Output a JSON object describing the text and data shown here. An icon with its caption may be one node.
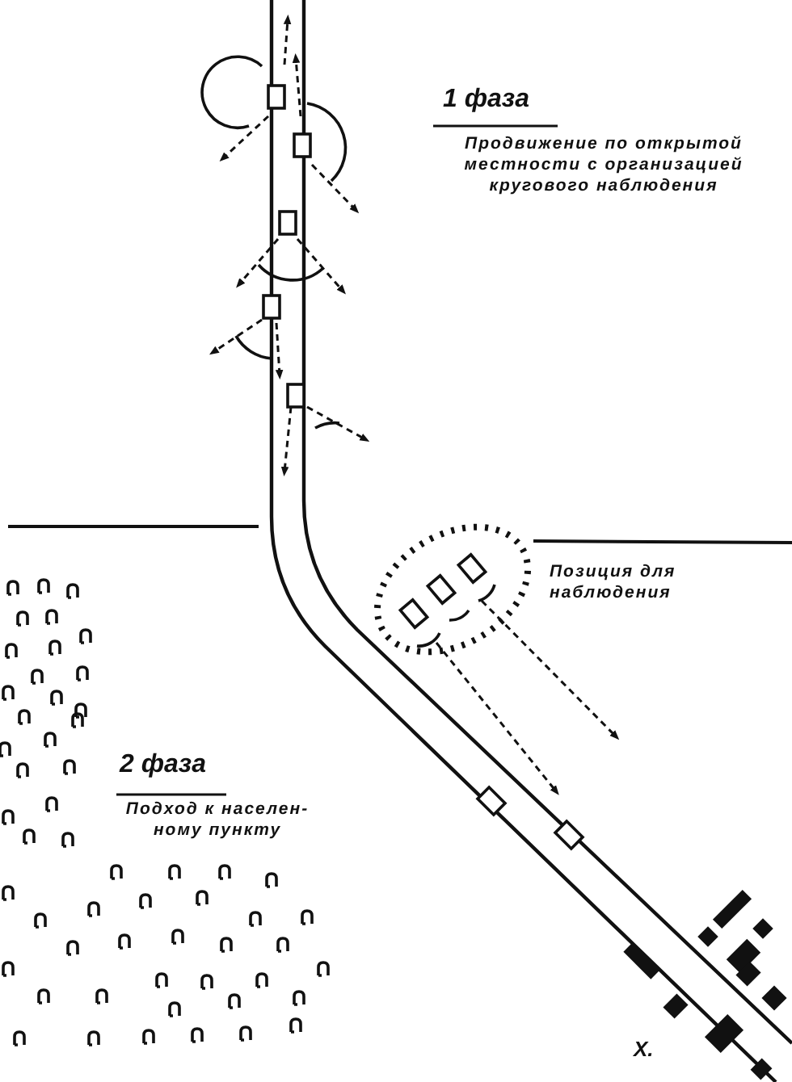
{
  "diagram": {
    "labels": [
      "1 фаза",
      "Продвижение по открытой местности с организацией кругового наблюдения",
      "Позиция для наблюдения",
      "2 фаза",
      "Подход к населен- ному пункту",
      "Х."
    ]
  }
}
